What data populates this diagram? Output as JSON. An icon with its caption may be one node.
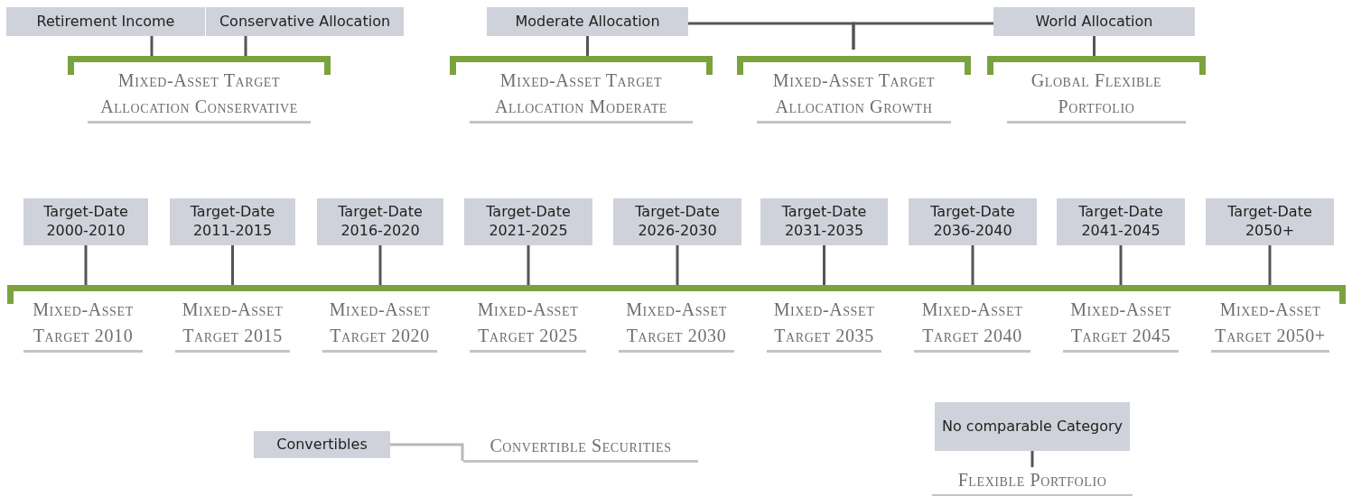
{
  "diagram": {
    "nodes": [
      {
        "text": [
          "Retirement Income"
        ]
      },
      {
        "text": [
          "Conservative Allocation"
        ]
      },
      {
        "text": [
          "Moderate Allocation"
        ]
      },
      {
        "text": [
          "World Allocation"
        ]
      },
      {
        "text": [
          "Mixed-Asset Target Allocation Conservative"
        ]
      },
      {
        "text": [
          "Mixed-Asset Target Allocation Moderate"
        ]
      },
      {
        "text": [
          "Mixed-Asset Target Allocation Growth"
        ]
      },
      {
        "text": [
          "Global Flexible Portfolio"
        ]
      },
      {
        "text": [
          "Target-Date 2000-2010"
        ]
      },
      {
        "text": [
          "Target-Date 2011-2015"
        ]
      },
      {
        "text": [
          "Target-Date 2016-2020"
        ]
      },
      {
        "text": [
          "Target-Date 2021-2025"
        ]
      },
      {
        "text": [
          "Target-Date 2026-2030"
        ]
      },
      {
        "text": [
          "Target-Date 2031-2035"
        ]
      },
      {
        "text": [
          "Target-Date 2036-2040"
        ]
      },
      {
        "text": [
          "Target-Date 2041-2045"
        ]
      },
      {
        "text": [
          "Target-Date 2050+"
        ]
      },
      {
        "text": [
          "Mixed-Asset Target 2010"
        ]
      },
      {
        "text": [
          "Mixed-Asset Target 2015"
        ]
      },
      {
        "text": [
          "Mixed-Asset Target 2020"
        ]
      },
      {
        "text": [
          "Mixed-Asset Target 2025"
        ]
      },
      {
        "text": [
          "Mixed-Asset Target 2030"
        ]
      },
      {
        "text": [
          "Mixed-Asset Target 2035"
        ]
      },
      {
        "text": [
          "Mixed-Asset Target 2040"
        ]
      },
      {
        "text": [
          "Mixed-Asset Target 2045"
        ]
      },
      {
        "text": [
          "Mixed-Asset Target 2050+"
        ]
      },
      {
        "text": [
          "Convertibles"
        ]
      },
      {
        "text": [
          "Convertible Securities"
        ]
      },
      {
        "text": [
          "No comparable Category"
        ]
      },
      {
        "text": [
          "Flexible Portfolio"
        ]
      }
    ],
    "edges": [
      {
        "from": 0,
        "to": 4,
        "arrow": "none"
      },
      {
        "from": 1,
        "to": 4,
        "arrow": "none"
      },
      {
        "from": 2,
        "to": 5,
        "arrow": "none"
      },
      {
        "from": 2,
        "to": 6,
        "arrow": "none"
      },
      {
        "from": 3,
        "to": 6,
        "arrow": "none"
      },
      {
        "from": 3,
        "to": 7,
        "arrow": "none"
      },
      {
        "from": 8,
        "to": 17,
        "arrow": "none"
      },
      {
        "from": 9,
        "to": 18,
        "arrow": "none"
      },
      {
        "from": 10,
        "to": 19,
        "arrow": "none"
      },
      {
        "from": 11,
        "to": 20,
        "arrow": "none"
      },
      {
        "from": 12,
        "to": 21,
        "arrow": "none"
      },
      {
        "from": 13,
        "to": 22,
        "arrow": "none"
      },
      {
        "from": 14,
        "to": 23,
        "arrow": "none"
      },
      {
        "from": 15,
        "to": 24,
        "arrow": "none"
      },
      {
        "from": 16,
        "to": 25,
        "arrow": "none"
      },
      {
        "from": 26,
        "to": 27,
        "arrow": "none",
        "color": "#b8b8bc"
      },
      {
        "from": 28,
        "to": 29,
        "arrow": "none"
      }
    ]
  }
}
